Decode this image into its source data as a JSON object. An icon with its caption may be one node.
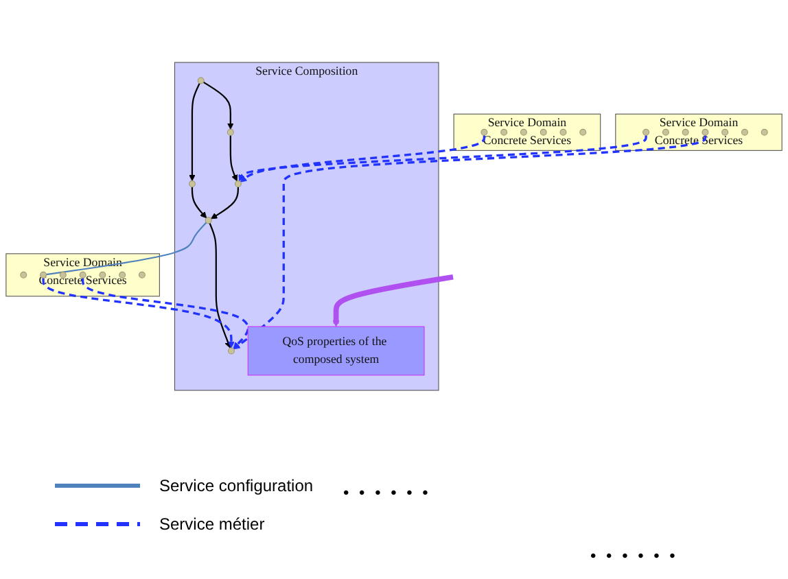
{
  "diagram": {
    "nodes": [
      {
        "text": [
          "Service Composition"
        ]
      },
      {
        "text": [],
        "shape": "circle",
        "in": 0
      },
      {
        "text": [],
        "shape": "circle",
        "in": 0
      },
      {
        "text": [],
        "shape": "circle",
        "in": 0
      },
      {
        "text": [],
        "shape": "circle",
        "in": 0
      },
      {
        "text": [],
        "shape": "circle",
        "in": 0
      },
      {
        "text": [],
        "shape": "circle",
        "in": 0
      },
      {
        "text": [
          "QoS properties of the composed system"
        ],
        "in": 0
      },
      {
        "text": [
          "Service Domain",
          "Concrete Services"
        ]
      },
      {
        "text": [],
        "shape": "circle",
        "in": 8
      },
      {
        "text": [],
        "shape": "circle",
        "in": 8
      },
      {
        "text": [],
        "shape": "circle",
        "in": 8
      },
      {
        "text": [],
        "shape": "circle",
        "in": 8
      },
      {
        "text": [],
        "shape": "circle",
        "in": 8
      },
      {
        "text": [],
        "shape": "circle",
        "in": 8
      },
      {
        "text": [],
        "shape": "circle",
        "in": 8
      },
      {
        "text": [
          "Service Domain",
          "Concrete Services"
        ]
      },
      {
        "text": [],
        "shape": "circle",
        "in": 16
      },
      {
        "text": [],
        "shape": "circle",
        "in": 16
      },
      {
        "text": [],
        "shape": "circle",
        "in": 16
      },
      {
        "text": [],
        "shape": "circle",
        "in": 16
      },
      {
        "text": [],
        "shape": "circle",
        "in": 16
      },
      {
        "text": [],
        "shape": "circle",
        "in": 16
      },
      {
        "text": [],
        "shape": "circle",
        "in": 16
      },
      {
        "text": [
          "Service Domain",
          "Concrete Services"
        ]
      },
      {
        "text": [],
        "shape": "circle",
        "in": 24
      },
      {
        "text": [],
        "shape": "circle",
        "in": 24
      },
      {
        "text": [],
        "shape": "circle",
        "in": 24
      },
      {
        "text": [],
        "shape": "circle",
        "in": 24
      },
      {
        "text": [],
        "shape": "circle",
        "in": 24
      },
      {
        "text": [],
        "shape": "circle",
        "in": 24
      }
    ],
    "edges": [
      {
        "from": 1,
        "to": 2,
        "arrow": "to"
      },
      {
        "from": 1,
        "to": 3,
        "arrow": "to"
      },
      {
        "from": 2,
        "to": 5,
        "arrow": "to"
      },
      {
        "from": 3,
        "to": 4,
        "arrow": "to"
      },
      {
        "from": 4,
        "to": 5,
        "arrow": "to"
      },
      {
        "from": 5,
        "to": 6,
        "arrow": "to"
      },
      {
        "from": 5,
        "to": 10,
        "arrow": "none",
        "color": "#4f81bd"
      },
      {
        "from": 10,
        "to": 6,
        "arrow": "to",
        "style": "dashed",
        "color": "#2233ff"
      },
      {
        "from": 12,
        "to": 6,
        "arrow": "to",
        "style": "dashed",
        "color": "#2233ff"
      },
      {
        "from": 20,
        "to": 6,
        "arrow": "to",
        "style": "dashed",
        "color": "#2233ff"
      },
      {
        "from": 17,
        "to": 4,
        "arrow": "to",
        "style": "dashed",
        "color": "#2233ff"
      },
      {
        "from": 25,
        "to": 4,
        "arrow": "to",
        "style": "dashed",
        "color": "#2233ff"
      },
      {
        "from": null,
        "to": 7,
        "arrow": "to",
        "style": "thick",
        "color": "#b050f0"
      }
    ],
    "labels": [
      "• • • • • •",
      "• • • • • •"
    ],
    "legend": [
      {
        "text": "Service configuration"
      },
      {
        "text": "Service métier"
      }
    ]
  }
}
